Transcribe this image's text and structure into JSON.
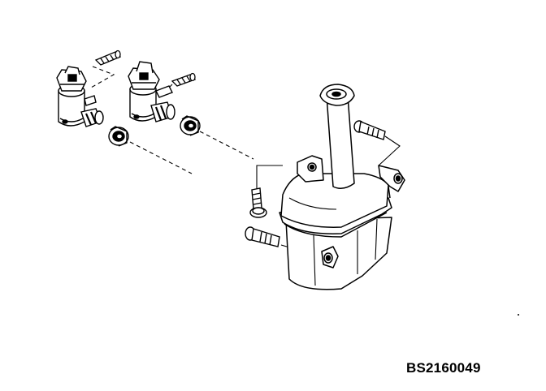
{
  "figure": {
    "reference_code": "BS2160049",
    "background_color": "#ffffff",
    "line_color": "#000000",
    "parts": [
      {
        "id": "left-pump",
        "icon": "washer-pump-motor"
      },
      {
        "id": "right-pump",
        "icon": "washer-pump-motor"
      },
      {
        "id": "left-hose-nipple",
        "icon": "hose-nipple"
      },
      {
        "id": "right-hose-nipple",
        "icon": "hose-nipple"
      },
      {
        "id": "left-grommet",
        "icon": "rubber-grommet"
      },
      {
        "id": "right-grommet",
        "icon": "rubber-grommet"
      },
      {
        "id": "reservoir-tank",
        "icon": "washer-fluid-reservoir"
      },
      {
        "id": "top-bolt",
        "icon": "bolt"
      },
      {
        "id": "middle-bolt",
        "icon": "bolt"
      },
      {
        "id": "bottom-bolt",
        "icon": "bolt"
      }
    ]
  }
}
